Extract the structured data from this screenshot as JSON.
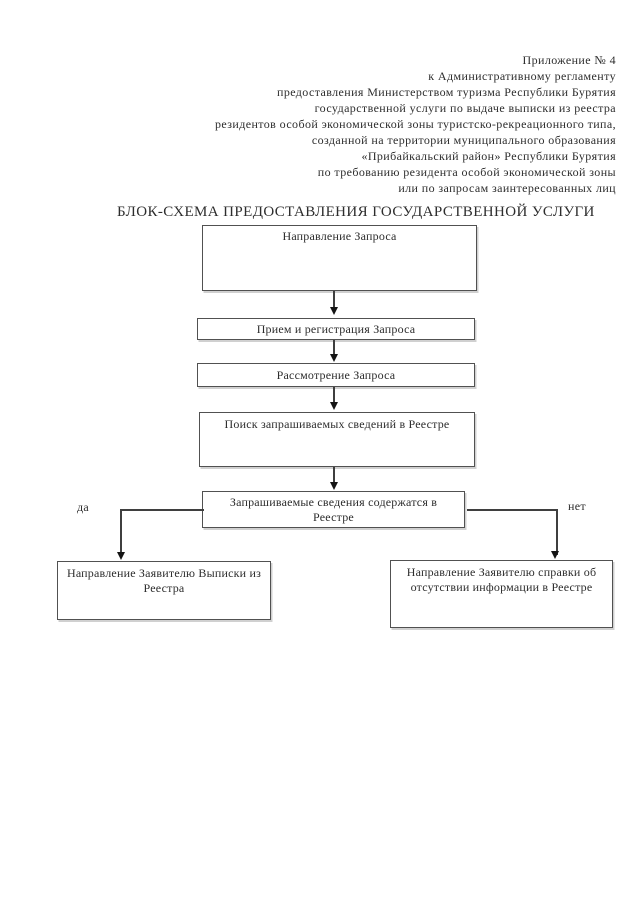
{
  "document": {
    "appendix_header": {
      "lines": [
        "Приложение № 4",
        "к Административному регламенту",
        "предоставления Министерством туризма Республики Бурятия",
        "государственной услуги по выдаче выписки из реестра",
        "резидентов особой экономической зоны туристско-рекреационного типа,",
        "созданной на территории муниципального образования",
        "«Прибайкальский район» Республики Бурятия",
        "по требованию резидента особой экономической зоны",
        "или по запросам заинтересованных лиц"
      ]
    },
    "title": "БЛОК-СХЕМА ПРЕДОСТАВЛЕНИЯ ГОСУДАРСТВЕННОЙ УСЛУГИ"
  },
  "flowchart": {
    "nodes": [
      {
        "id": "request-sending",
        "label": "Направление Запроса"
      },
      {
        "id": "request-reception",
        "label": "Прием и регистрация Запроса"
      },
      {
        "id": "request-review",
        "label": "Рассмотрение Запроса"
      },
      {
        "id": "registry-search",
        "label": "Поиск запрашиваемых сведений в Реестре"
      },
      {
        "id": "decision-in-registry",
        "label": "Запрашиваемые сведения содержатся в\nРеестре"
      },
      {
        "id": "outcome-extract",
        "label": "Направление Заявителю Выписки из\nРеестра"
      },
      {
        "id": "outcome-no-info",
        "label": "Направление Заявителю справки об\nотсутствии информации в Реестре"
      }
    ],
    "branch_labels": {
      "yes": "да",
      "no": "нет"
    }
  },
  "colors": {
    "ink": "#2d2d2d",
    "box_border": "#515151",
    "connector": "#3f3f3f",
    "paper": "#ffffff"
  }
}
